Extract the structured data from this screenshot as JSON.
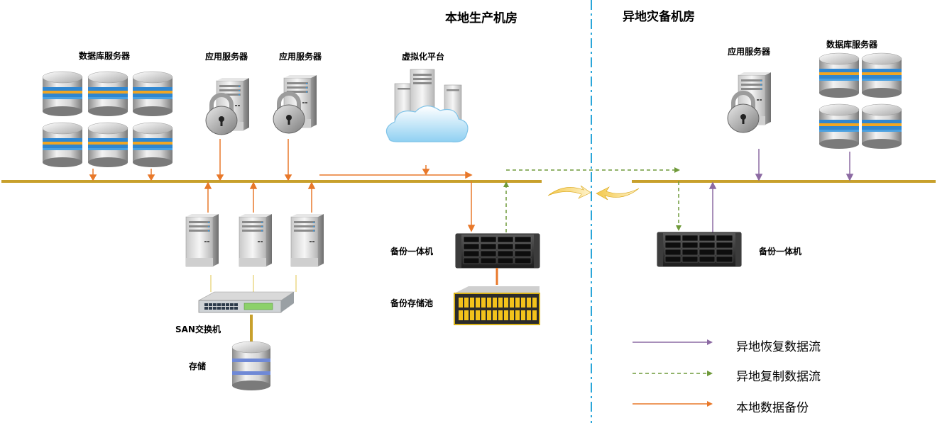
{
  "sites": {
    "local": "本地生产机房",
    "remote": "异地灾备机房"
  },
  "local": {
    "db_servers": "数据库服务器",
    "app_server_1": "应用服务器",
    "app_server_2": "应用服务器",
    "virtualization": "虚拟化平台",
    "san_switch": "SAN交换机",
    "storage": "存储",
    "backup_appliance": "备份一体机",
    "backup_pool": "备份存储池"
  },
  "remote": {
    "app_server": "应用服务器",
    "db_servers": "数据库服务器",
    "backup_appliance": "备份一体机"
  },
  "legend": {
    "restore": "异地恢复数据流",
    "replication": "异地复制数据流",
    "local_backup": "本地数据备份"
  },
  "colors": {
    "bus": "#c8a02c",
    "local_backup": "#e8782a",
    "replication": "#6f9a3a",
    "restore": "#8c6aa3",
    "divider": "#2aa6d9"
  },
  "icons": [
    "database-icon",
    "server-icon",
    "lock-icon",
    "cloud-icon",
    "san-switch-icon",
    "backup-appliance-icon",
    "storage-pool-icon",
    "sync-arrows-icon"
  ]
}
